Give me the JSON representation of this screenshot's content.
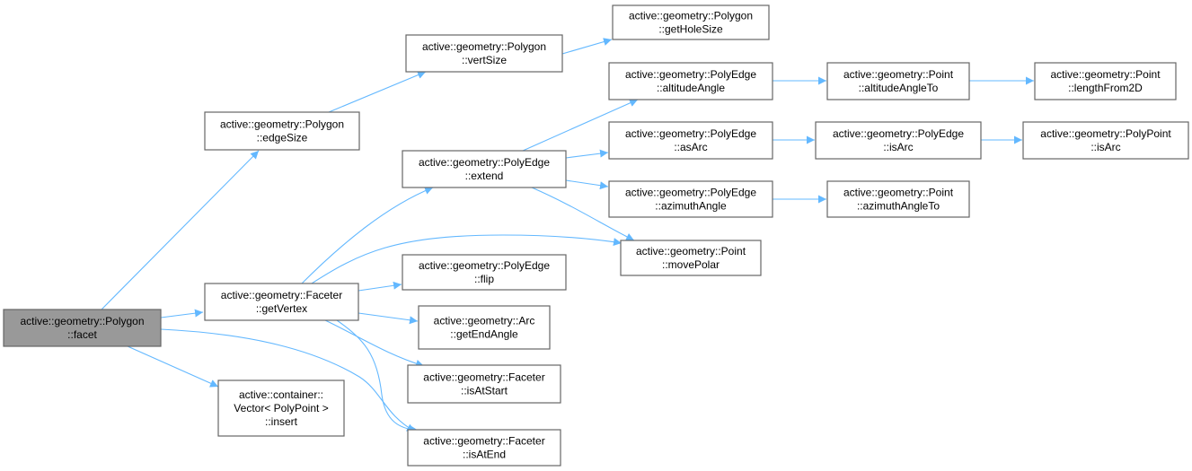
{
  "graph": {
    "edge_color": "#63b8ff",
    "root_fill": "#999999",
    "nodes": [
      {
        "id": "facet",
        "lines": [
          "active::geometry::Polygon",
          "::facet"
        ],
        "root": true
      },
      {
        "id": "edgeSize",
        "lines": [
          "active::geometry::Polygon",
          "::edgeSize"
        ]
      },
      {
        "id": "vertSize",
        "lines": [
          "active::geometry::Polygon",
          "::vertSize"
        ]
      },
      {
        "id": "getHoleSize",
        "lines": [
          "active::geometry::Polygon",
          "::getHoleSize"
        ]
      },
      {
        "id": "extend",
        "lines": [
          "active::geometry::PolyEdge",
          "::extend"
        ]
      },
      {
        "id": "getVertex",
        "lines": [
          "active::geometry::Faceter",
          "::getVertex"
        ]
      },
      {
        "id": "flip",
        "lines": [
          "active::geometry::PolyEdge",
          "::flip"
        ]
      },
      {
        "id": "getEndAngle",
        "lines": [
          "active::geometry::Arc",
          "::getEndAngle"
        ]
      },
      {
        "id": "isAtStart",
        "lines": [
          "active::geometry::Faceter",
          "::isAtStart"
        ]
      },
      {
        "id": "insert",
        "lines": [
          "active::container::",
          "Vector< PolyPoint >",
          "::insert"
        ]
      },
      {
        "id": "isAtEnd",
        "lines": [
          "active::geometry::Faceter",
          "::isAtEnd"
        ]
      },
      {
        "id": "altitudeAngle",
        "lines": [
          "active::geometry::PolyEdge",
          "::altitudeAngle"
        ]
      },
      {
        "id": "asArc",
        "lines": [
          "active::geometry::PolyEdge",
          "::asArc"
        ]
      },
      {
        "id": "azimuthAngle",
        "lines": [
          "active::geometry::PolyEdge",
          "::azimuthAngle"
        ]
      },
      {
        "id": "movePolar",
        "lines": [
          "active::geometry::Point",
          "::movePolar"
        ]
      },
      {
        "id": "altitudeAngleTo",
        "lines": [
          "active::geometry::Point",
          "::altitudeAngleTo"
        ]
      },
      {
        "id": "polyEdgeIsArc",
        "lines": [
          "active::geometry::PolyEdge",
          "::isArc"
        ]
      },
      {
        "id": "azimuthAngleTo",
        "lines": [
          "active::geometry::Point",
          "::azimuthAngleTo"
        ]
      },
      {
        "id": "lengthFrom2D",
        "lines": [
          "active::geometry::Point",
          "::lengthFrom2D"
        ]
      },
      {
        "id": "polyPointIsArc",
        "lines": [
          "active::geometry::PolyPoint",
          "::isArc"
        ]
      }
    ],
    "edges": [
      [
        "facet",
        "edgeSize"
      ],
      [
        "facet",
        "getVertex"
      ],
      [
        "facet",
        "insert"
      ],
      [
        "facet",
        "isAtEnd"
      ],
      [
        "edgeSize",
        "vertSize"
      ],
      [
        "vertSize",
        "getHoleSize"
      ],
      [
        "getVertex",
        "extend"
      ],
      [
        "getVertex",
        "movePolar"
      ],
      [
        "getVertex",
        "flip"
      ],
      [
        "getVertex",
        "getEndAngle"
      ],
      [
        "getVertex",
        "isAtStart"
      ],
      [
        "getVertex",
        "isAtEnd"
      ],
      [
        "extend",
        "altitudeAngle"
      ],
      [
        "extend",
        "asArc"
      ],
      [
        "extend",
        "azimuthAngle"
      ],
      [
        "extend",
        "movePolar"
      ],
      [
        "altitudeAngle",
        "altitudeAngleTo"
      ],
      [
        "altitudeAngleTo",
        "lengthFrom2D"
      ],
      [
        "asArc",
        "polyEdgeIsArc"
      ],
      [
        "polyEdgeIsArc",
        "polyPointIsArc"
      ],
      [
        "azimuthAngle",
        "azimuthAngleTo"
      ]
    ]
  }
}
